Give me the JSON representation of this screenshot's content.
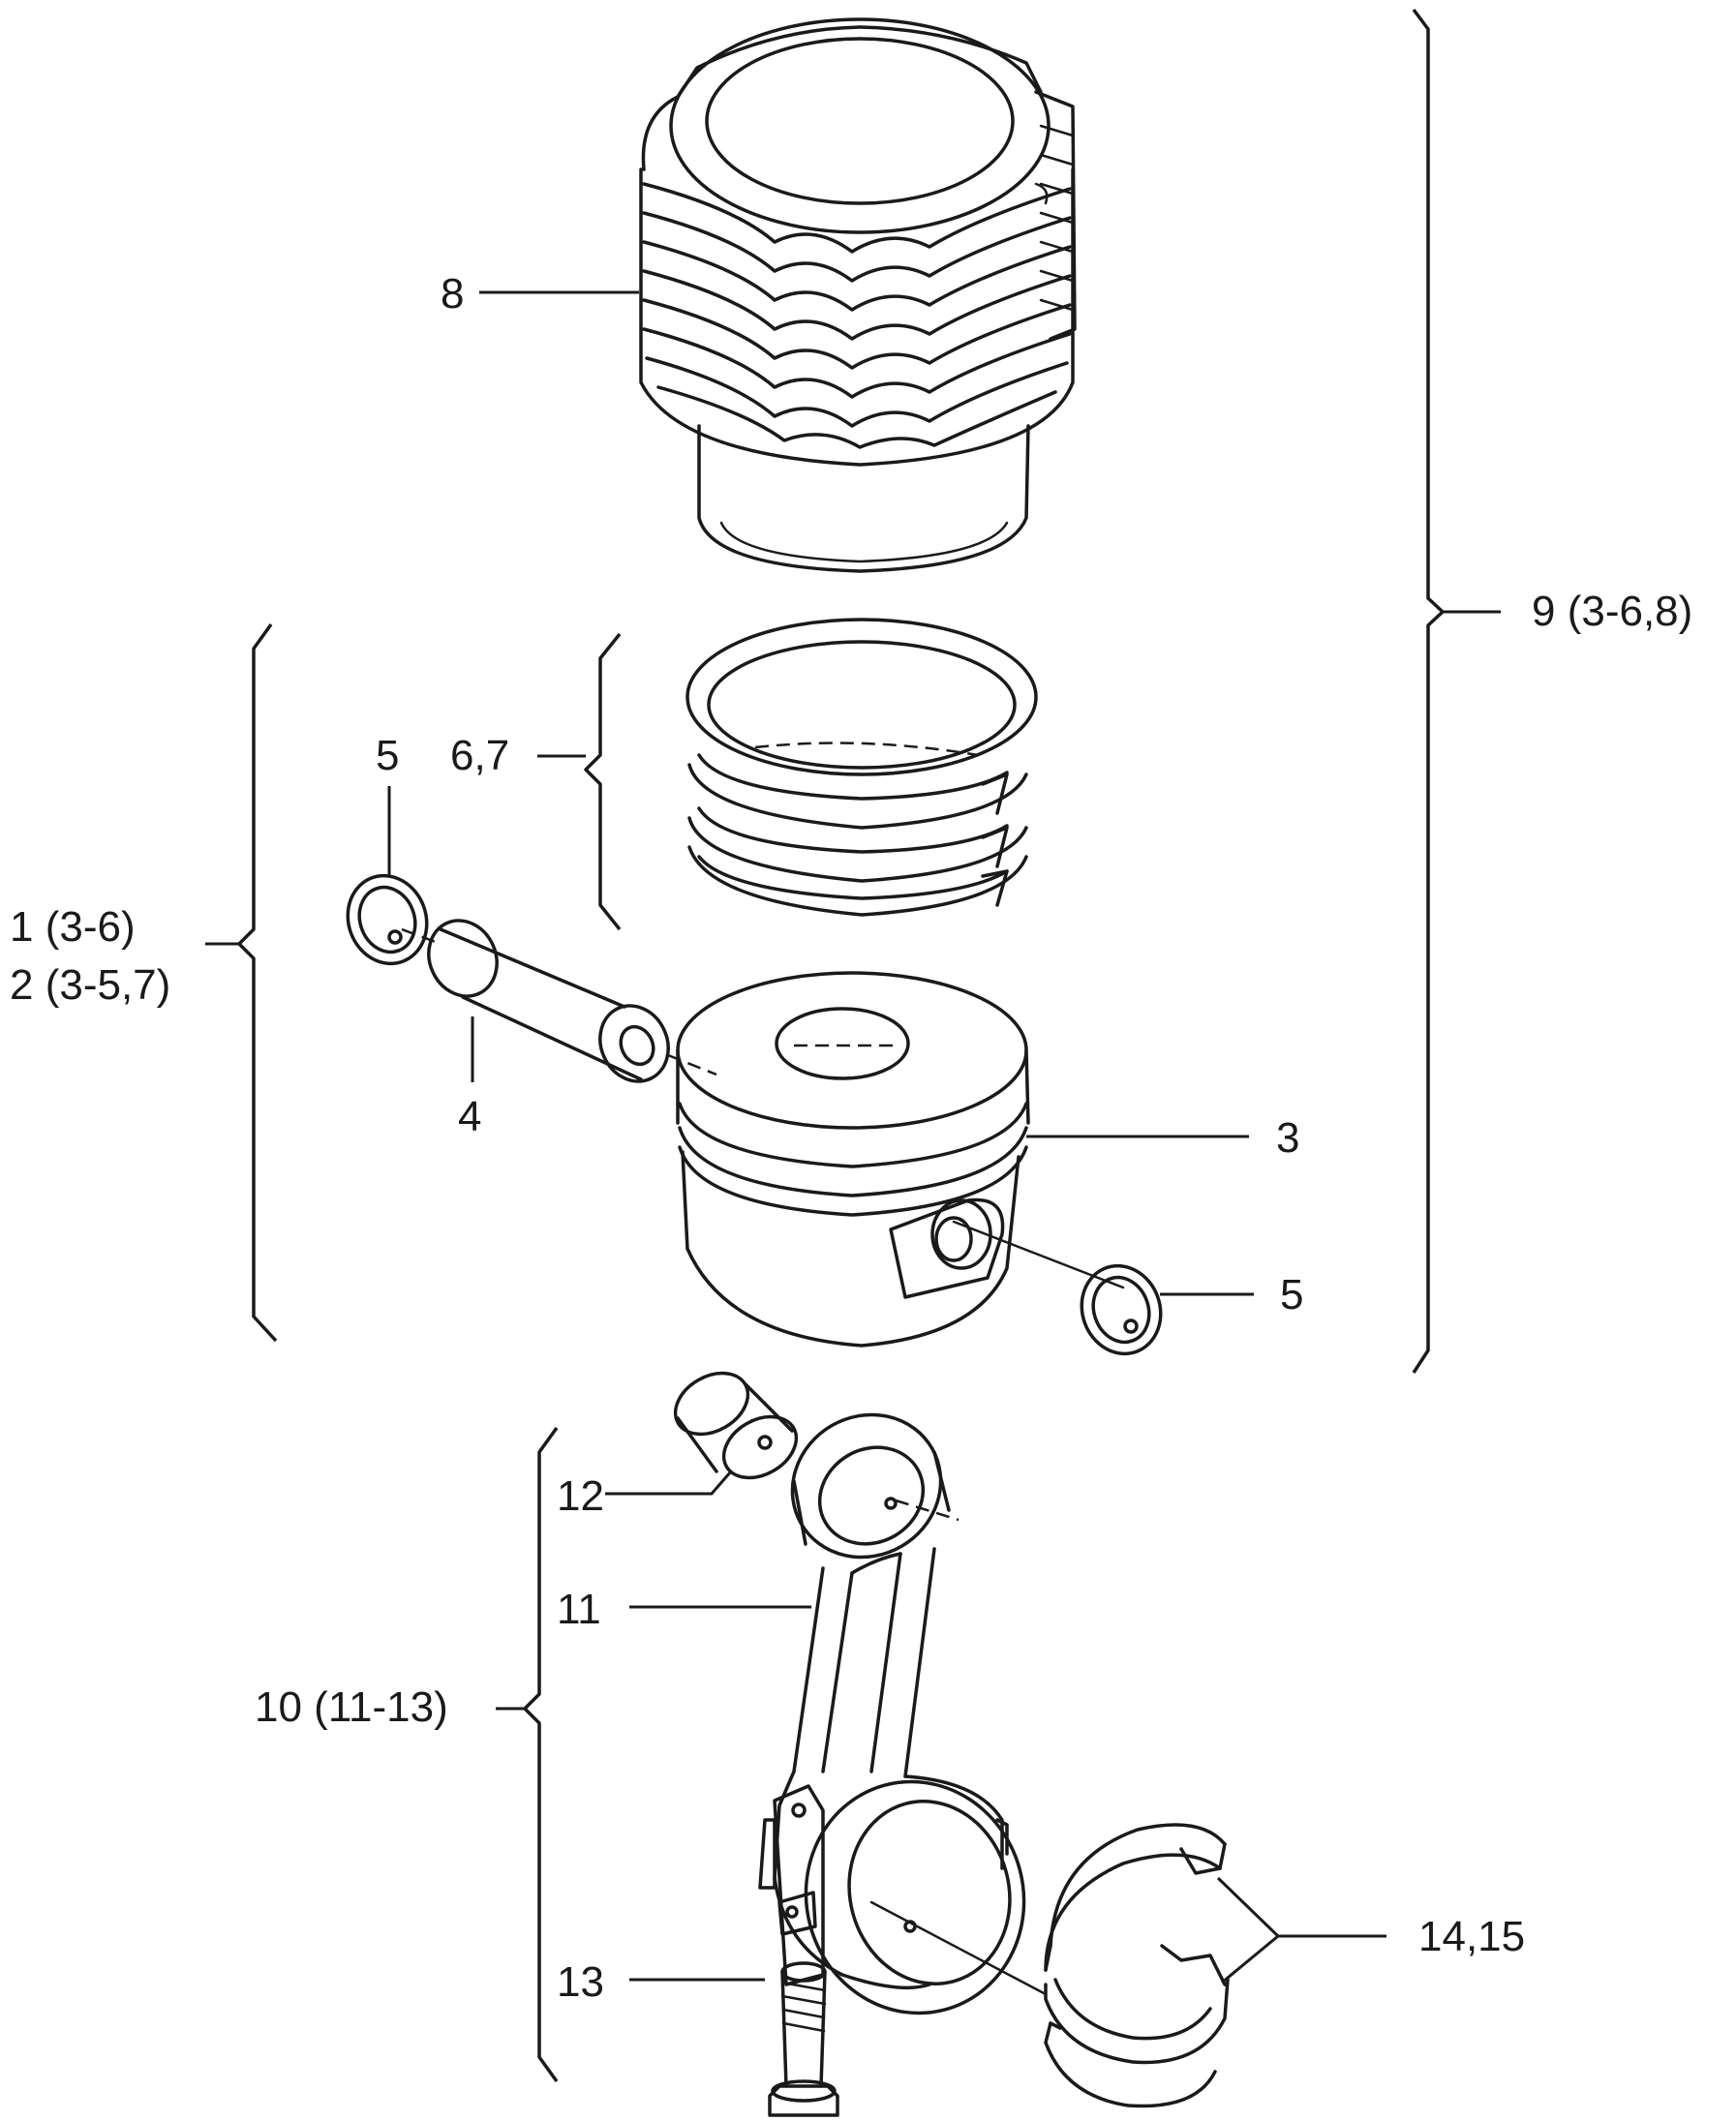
{
  "labels": {
    "cylinder": "8",
    "cylinder_kit": "9 (3-6,8)",
    "piston_rings": "6,7",
    "circlip_left": "5",
    "piston_assy_1": "1 (3-6)",
    "piston_assy_2": "2 (3-5,7)",
    "piston_pin": "4",
    "piston": "3",
    "circlip_right": "5",
    "small_end_bush": "12",
    "conrod": "11",
    "conrod_assy": "10 (11-13)",
    "bearing_shells": "14,15",
    "conrod_bolt": "13"
  }
}
